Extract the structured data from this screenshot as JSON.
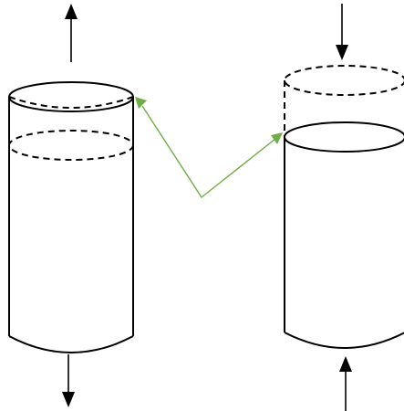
{
  "diagram": {
    "description_free": true,
    "colors": {
      "line": "#000000",
      "accent": "#70ad47",
      "background": "#ffffff"
    },
    "elements": {
      "left_cylinder": {
        "stretched": true,
        "arrows": [
          "up",
          "down"
        ]
      },
      "right_cylinder": {
        "compressed": true,
        "arrows": [
          "down",
          "up"
        ]
      },
      "connector": {
        "color": "accent",
        "style": "v-shaped with arrowheads"
      }
    }
  }
}
